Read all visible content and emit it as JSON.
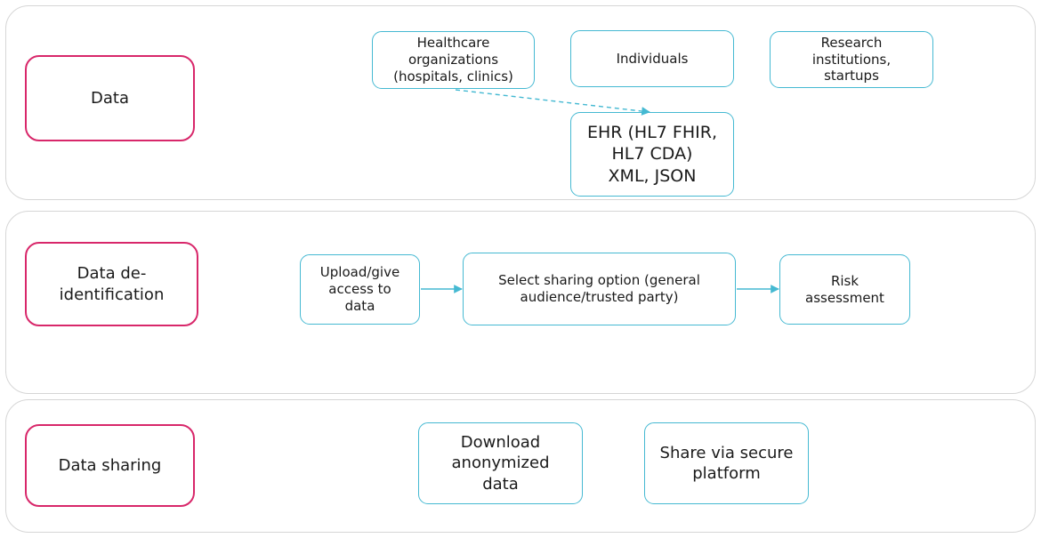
{
  "colors": {
    "lane_border": "#d6d6d6",
    "stage_border": "#d8276a",
    "node_border": "#45b9d2",
    "arrow": "#45b9d2"
  },
  "lanes": {
    "data": {
      "stage_label": "Data",
      "sources": {
        "healthcare": "Healthcare\norganizations\n(hospitals, clinics)",
        "individuals": "Individuals",
        "research": "Research\ninstitutions,\nstartups"
      },
      "formats": "EHR (HL7 FHIR,\nHL7 CDA)\nXML, JSON"
    },
    "deidentification": {
      "stage_label": "Data de-\nidentification",
      "steps": {
        "upload": "Upload/give\naccess to\ndata",
        "select": "Select sharing option (general\naudience/trusted party)",
        "risk": "Risk\nassessment"
      }
    },
    "sharing": {
      "stage_label": "Data sharing",
      "options": {
        "download": "Download\nanonymized\ndata",
        "platform": "Share via secure\nplatform"
      }
    }
  }
}
